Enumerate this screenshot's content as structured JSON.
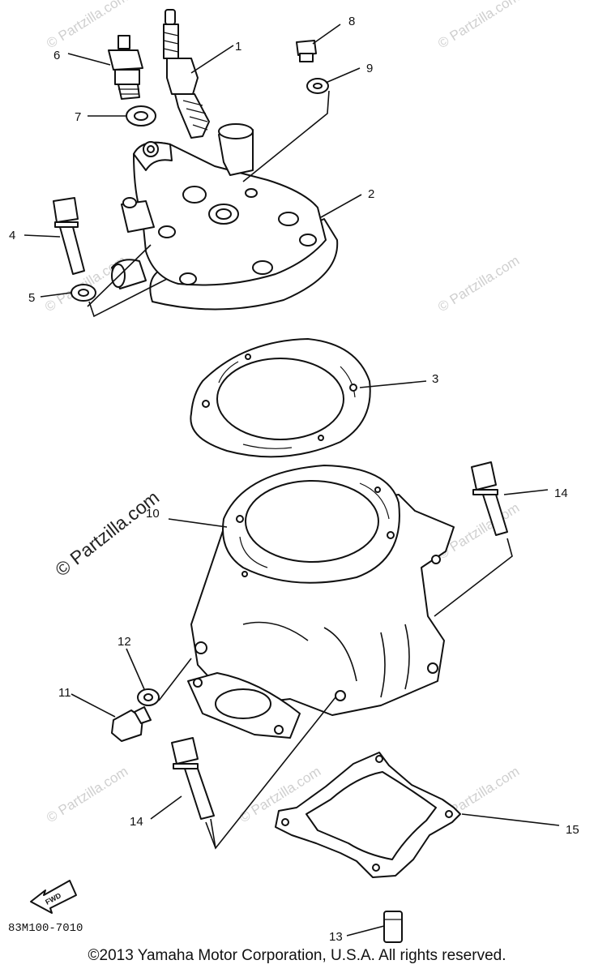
{
  "callouts": {
    "c1": "1",
    "c2": "2",
    "c3": "3",
    "c4": "4",
    "c5": "5",
    "c6": "6",
    "c7": "7",
    "c8": "8",
    "c9": "9",
    "c10": "10",
    "c11": "11",
    "c12": "12",
    "c13": "13",
    "c14a": "14",
    "c14b": "14",
    "c15": "15"
  },
  "watermark": {
    "large": "© Partzilla.com",
    "small": "© Partzilla.com"
  },
  "fwd_label": "FWD",
  "diagram_ref": "83M100-7010",
  "copyright": "©2013  Yamaha Motor Corporation, U.S.A. All rights reserved."
}
